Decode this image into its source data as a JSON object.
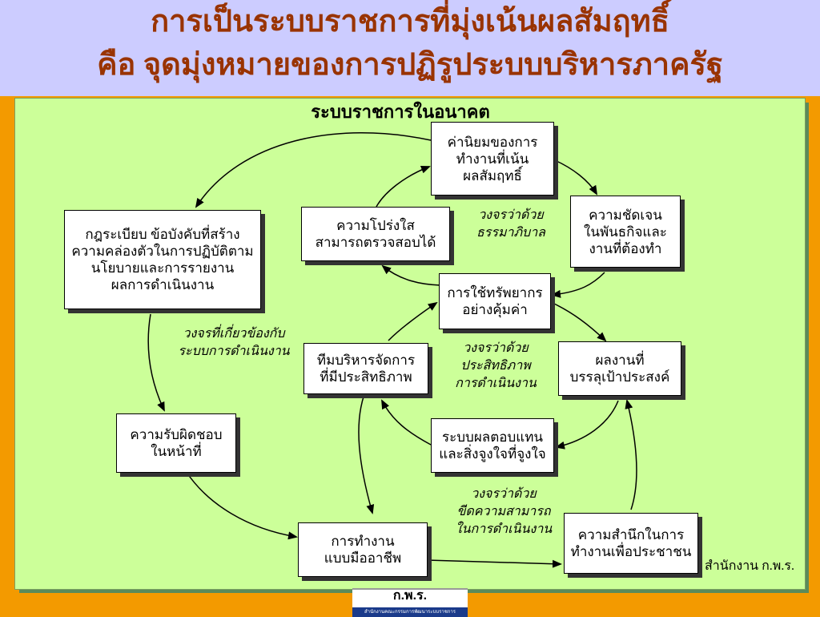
{
  "header": {
    "title_line1": "การเป็นระบบราชการที่มุ่งเน้นผลสัมฤทธิ์",
    "title_line2": "คือ จุดมุ่งหมายของการปฏิรูประบบบริหารภาครัฐ"
  },
  "diagram": {
    "title": "ระบบราชการในอนาคต",
    "boxes": {
      "values": [
        "ค่านิยมของการ",
        "ทำงานที่เน้น",
        "ผลสัมฤทธิ์"
      ],
      "clarity": [
        "ความชัดเจน",
        "ในพันธกิจและ",
        "งานที่ต้องทำ"
      ],
      "transparency": [
        "ความโปร่งใส",
        "สามารถตรวจสอบได้"
      ],
      "rules": [
        "กฎระเบียบ ข้อบังคับที่สร้าง",
        "ความคล่องตัวในการปฏิบัติตาม",
        "นโยบายและการรายงาน",
        "ผลการดำเนินงาน"
      ],
      "resources": [
        "การใช้ทรัพยากร",
        "อย่างคุ้มค่า"
      ],
      "team": [
        "ทีมบริหารจัดการ",
        "ที่มีประสิทธิภาพ"
      ],
      "results": [
        "ผลงานที่",
        "บรรลุเป้าประสงค์"
      ],
      "accountability": [
        "ความรับผิดชอบ",
        "ในหน้าที่"
      ],
      "rewards": [
        "ระบบผลตอบแทน",
        "และสิ่งจูงใจที่จูงใจ"
      ],
      "professional": [
        "การทำงาน",
        "แบบมืออาชีพ"
      ],
      "public_service": [
        "ความสำนึกในการ",
        "ทำงานเพื่อประชาชน"
      ]
    },
    "cycle_labels": {
      "governance": [
        "วงจรว่าด้วย",
        "ธรรมาภิบาล"
      ],
      "performance_system": [
        "วงจรที่เกี่ยวข้องกับ",
        "ระบบการดำเนินงาน"
      ],
      "efficiency": [
        "วงจรว่าด้วย",
        "ประสิทธิภาพ",
        "การดำเนินงาน"
      ],
      "capacity": [
        "วงจรว่าด้วย",
        "ขีดความสามารถ",
        "ในการดำเนินงาน"
      ]
    }
  },
  "footer": {
    "credit": "สำนักงาน ก.พ.ร.",
    "logo_text": "ก.พ.ร.",
    "logo_subtext": "สำนักงานคณะกรรมการพัฒนาระบบราชการ"
  }
}
